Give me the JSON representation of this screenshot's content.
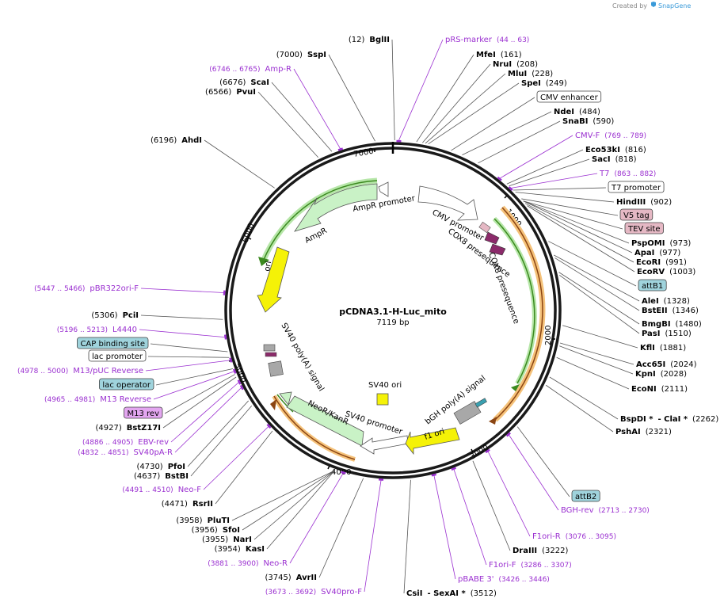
{
  "credit": {
    "prefix": "Created by",
    "brand": "SnapGene"
  },
  "plasmid": {
    "name": "pCDNA3.1-H-Luc_mito",
    "length": "7119 bp"
  },
  "colors": {
    "primer": "#9a2fd0",
    "AmpR": "#c9f2c6",
    "ori": "#f5f207",
    "f1ori": "#f5f207",
    "SV40ori": "#f5f207",
    "NeoR": "#c9f2c6",
    "promoter": "#ffffff",
    "polyA": "#a8a8a8",
    "tag_pink": "#e5b8c4",
    "CAP": "#9fd3dc",
    "lac_operator": "#9fd3dc",
    "M13rev": "#e3a6f0",
    "orf_orange": "#f0a54a",
    "orf_green": "#4d9a2b"
  },
  "ticks": [
    "1000",
    "2000",
    "3000",
    "4000",
    "5000",
    "6000",
    "7000"
  ],
  "features": {
    "AmpR_promoter": "AmpR promoter",
    "AmpR": "AmpR",
    "ori": "ori",
    "CMV_promoter": "CMV promoter",
    "COX8_a": "COX8 presequence",
    "COX8_b": "COX8 presequence",
    "SV40_polyA": "SV40 poly(A) signal",
    "SV40_ori": "SV40 ori",
    "bGH_polyA": "bGH poly(A) signal",
    "NeoR": "NeoR/KanR",
    "SV40_promoter": "SV40 promoter",
    "f1ori": "f1 ori"
  },
  "labels": [
    {
      "pos": "(12)",
      "name": "BglII"
    },
    {
      "pos": "(7000)",
      "name": "SspI"
    },
    {
      "pos": "(6746 .. 6765)",
      "name": "Amp-R",
      "primer": true
    },
    {
      "pos": "(6676)",
      "name": "ScaI"
    },
    {
      "pos": "(6566)",
      "name": "PvuI"
    },
    {
      "pos": "(6196)",
      "name": "AhdI"
    },
    {
      "pos": "(5447 .. 5466)",
      "name": "pBR322ori-F",
      "primer": true
    },
    {
      "pos": "(5306)",
      "name": "PciI"
    },
    {
      "pos": "(5196 .. 5213)",
      "name": "L4440",
      "primer": true
    },
    {
      "box": "CAP binding site"
    },
    {
      "box": "lac promoter"
    },
    {
      "pos": "(4978 .. 5000)",
      "name": "M13/pUC Reverse",
      "primer": true
    },
    {
      "box": "lac operator"
    },
    {
      "pos": "(4965 .. 4981)",
      "name": "M13 Reverse",
      "primer": true
    },
    {
      "box": "M13 rev"
    },
    {
      "pos": "(4927)",
      "name": "BstZ17I"
    },
    {
      "pos": "(4886 .. 4905)",
      "name": "EBV-rev",
      "primer": true
    },
    {
      "pos": "(4832 .. 4851)",
      "name": "SV40pA-R",
      "primer": true
    },
    {
      "pos": "(4730)",
      "name": "PfoI"
    },
    {
      "pos": "(4637)",
      "name": "BstBI"
    },
    {
      "pos": "(4491 .. 4510)",
      "name": "Neo-F",
      "primer": true
    },
    {
      "pos": "(4471)",
      "name": "RsrII"
    },
    {
      "pos": "(3958)",
      "name": "PluTI"
    },
    {
      "pos": "(3956)",
      "name": "SfoI"
    },
    {
      "pos": "(3955)",
      "name": "NarI"
    },
    {
      "pos": "(3954)",
      "name": "KasI"
    },
    {
      "pos": "(3881 .. 3900)",
      "name": "Neo-R",
      "primer": true
    },
    {
      "pos": "(3745)",
      "name": "AvrII"
    },
    {
      "pos": "(3673 .. 3692)",
      "name": "SV40pro-F",
      "primer": true
    },
    {
      "name": "CsiI",
      "name2": "SexAI *",
      "pos": "(3512)"
    },
    {
      "name": "pBABE 3'",
      "pos": "(3426 .. 3446)",
      "primer": true
    },
    {
      "name": "F1ori-F",
      "pos": "(3286 .. 3307)",
      "primer": true
    },
    {
      "name": "DraIII",
      "pos": "(3222)"
    },
    {
      "name": "F1ori-R",
      "pos": "(3076 .. 3095)",
      "primer": true
    },
    {
      "name": "BGH-rev",
      "pos": "(2713 .. 2730)",
      "primer": true
    },
    {
      "box": "attB2"
    },
    {
      "name": "PshAI",
      "pos": "(2321)"
    },
    {
      "name": "BspDI *",
      "name2": "ClaI *",
      "pos": "(2262)"
    },
    {
      "name": "EcoNI",
      "pos": "(2111)"
    },
    {
      "name": "KpnI",
      "pos": "(2028)"
    },
    {
      "name": "Acc65I",
      "pos": "(2024)"
    },
    {
      "name": "KflI",
      "pos": "(1881)"
    },
    {
      "name": "PasI",
      "pos": "(1510)"
    },
    {
      "name": "BmgBI",
      "pos": "(1480)"
    },
    {
      "name": "BstEII",
      "pos": "(1346)"
    },
    {
      "name": "AleI",
      "pos": "(1328)"
    },
    {
      "box": "attB1"
    },
    {
      "name": "EcoRV",
      "pos": "(1003)"
    },
    {
      "name": "EcoRI",
      "pos": "(991)"
    },
    {
      "name": "ApaI",
      "pos": "(977)"
    },
    {
      "name": "PspOMI",
      "pos": "(973)"
    },
    {
      "box": "TEV site"
    },
    {
      "box": "V5 tag"
    },
    {
      "name": "HindIII",
      "pos": "(902)"
    },
    {
      "box": "T7 promoter"
    },
    {
      "name": "T7",
      "pos": "(863 .. 882)",
      "primer": true
    },
    {
      "name": "SacI",
      "pos": "(818)"
    },
    {
      "name": "Eco53kI",
      "pos": "(816)"
    },
    {
      "name": "CMV-F",
      "pos": "(769 .. 789)",
      "primer": true
    },
    {
      "name": "SnaBI",
      "pos": "(590)"
    },
    {
      "name": "NdeI",
      "pos": "(484)"
    },
    {
      "box": "CMV enhancer"
    },
    {
      "name": "SpeI",
      "pos": "(249)"
    },
    {
      "name": "MluI",
      "pos": "(228)"
    },
    {
      "name": "NruI",
      "pos": "(208)"
    },
    {
      "name": "MfeI",
      "pos": "(161)"
    },
    {
      "name": "pRS-marker",
      "pos": "(44 .. 63)",
      "primer": true
    }
  ]
}
